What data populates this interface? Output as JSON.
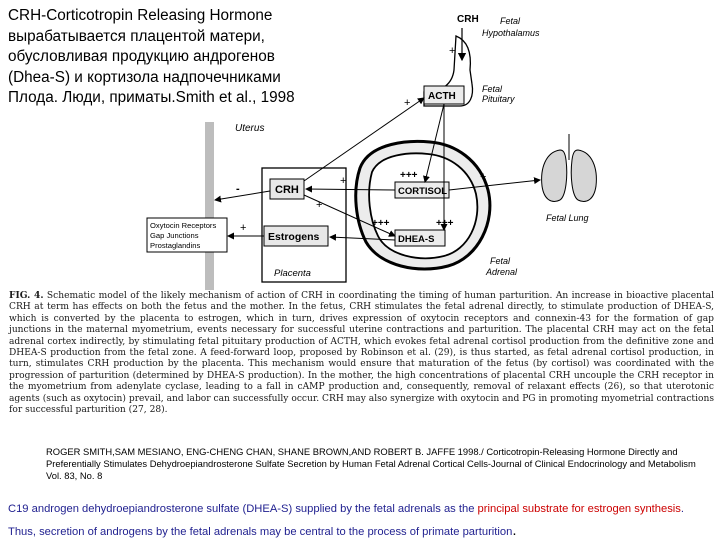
{
  "title_lines": [
    "CRH-Corticotropin Releasing Hormone",
    "вырабатывается плацентой матери,",
    "обусловливая продукцию андрогенов",
    "(Dhea-S) и кортизола надпочечниками",
    "Плода. Люди, приматы.Smith et al., 1998"
  ],
  "diagram": {
    "crh_top": "CRH",
    "fetal_hypothalamus": "Fetal\nHypothalamus",
    "acth": "ACTH",
    "fetal_pituitary": "Fetal\nPituitary",
    "uterus": "Uterus",
    "crh_placenta": "CRH",
    "estrogens": "Estrogens",
    "placenta": "Placenta",
    "cortisol": "CORTISOL",
    "dhea_s": "DHEA-S",
    "fetal_adrenal": "Fetal\nAdrenal",
    "fetal_lung": "Fetal Lung",
    "myometrium_box": [
      "Oxytocin Receptors",
      "Gap Junctions",
      "Prostaglandins"
    ],
    "signs": {
      "plus": "+",
      "plus3": "+++",
      "minus": "-"
    }
  },
  "caption": {
    "fig": "FIG. 4.",
    "text": "Schematic model of the likely mechanism of action of CRH in coordinating the timing of human parturition. An increase in bioactive placental CRH at term has effects on both the fetus and the mother. In the fetus, CRH stimulates the fetal adrenal directly, to stimulate production of DHEA-S, which is converted by the placenta to estrogen, which in turn, drives expression of oxytocin receptors and connexin-43 for the formation of gap junctions in the maternal myometrium, events necessary for successful uterine contractions and parturition. The placental CRH may act on the fetal adrenal cortex indirectly, by stimulating fetal pituitary production of ACTH, which evokes fetal adrenal cortisol production from the definitive zone and DHEA-S production from the fetal zone. A feed-forward loop, proposed by Robinson et al. (29), is thus started, as fetal adrenal cortisol production, in turn, stimulates CRH production by the placenta. This mechanism would ensure that maturation of the fetus (by cortisol) was coordinated with the progression of parturition (determined by DHEA-S production). In the mother, the high concentrations of placental CRH uncouple the CRH receptor in the myometrium from adenylate cyclase, leading to a fall in cAMP production and, consequently, removal of relaxant effects (26), so that uterotonic agents (such as oxytocin) prevail, and labor can successfully occur. CRH may also synergize with oxytocin and PG in promoting myometrial contractions for successful parturition (27, 28)."
  },
  "reference": "ROGER SMITH,SAM MESIANO, ENG-CHENG CHAN, SHANE BROWN,AND ROBERT B. JAFFE 1998./ Corticotropin-Releasing Hormone Directly and Preferentially Stimulates Dehydroepiandrosterone Sulfate Secretion by Human Fetal Adrenal Cortical Cells-Journal of Clinical Endocrinology and Metabolism Vol. 83, No. 8",
  "bottom": {
    "part1": "C19 androgen dehydroepiandrosterone sulfate (DHEA-S) supplied by the fetal adrenals as the ",
    "highlight": "principal substrate for estrogen synthesis",
    "part2": ". Thus, secretion of androgens by the fetal adrenals may be central to the process of primate parturition",
    "end": "."
  },
  "colors": {
    "bottom_text": "#1f1f8f",
    "bottom_highlight": "#cc0000"
  }
}
